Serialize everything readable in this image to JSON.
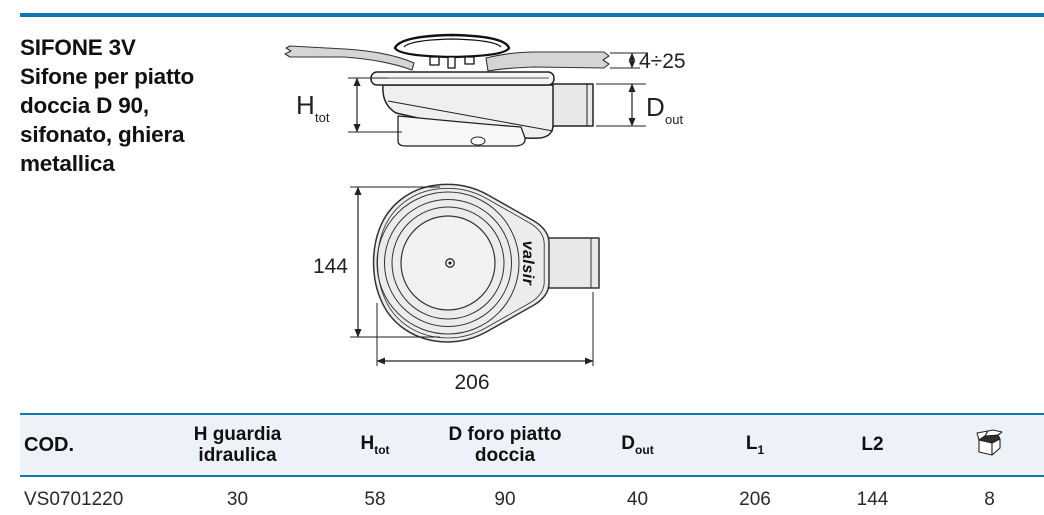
{
  "colors": {
    "accent": "#0f78b4",
    "table_header_bg": "#edf2f8",
    "tray_gray": "#d5d5d5",
    "body_gray": "#efefef",
    "pipe_gray": "#e8e8e8"
  },
  "title": {
    "lines": [
      "SIFONE 3V",
      "Sifone per piatto",
      "doccia D 90,",
      "sifonato, ghiera",
      "metallica"
    ]
  },
  "drawing": {
    "side_view": {
      "tray_thickness_dim": "4÷25",
      "height_dim_main": "H",
      "height_dim_sub": "tot",
      "outlet_dim_main": "D",
      "outlet_dim_sub": "out"
    },
    "top_view": {
      "height_dim": "144",
      "length_dim": "206",
      "brand": "valsir"
    }
  },
  "table": {
    "headers": {
      "cod": "COD.",
      "h_guardia_line1": "H guardia",
      "h_guardia_line2": "idraulica",
      "htot_main": "H",
      "htot_sub": "tot",
      "dforo_line1": "D foro piatto",
      "dforo_line2": "doccia",
      "dout_main": "D",
      "dout_sub": "out",
      "l1_main": "L",
      "l1_sub": "1",
      "l2": "L2",
      "pack_icon": "package-box-icon"
    },
    "row": {
      "cod": "VS0701220",
      "h_guardia": "30",
      "htot": "58",
      "d_foro": "90",
      "dout": "40",
      "l1": "206",
      "l2": "144",
      "pack": "8"
    }
  }
}
